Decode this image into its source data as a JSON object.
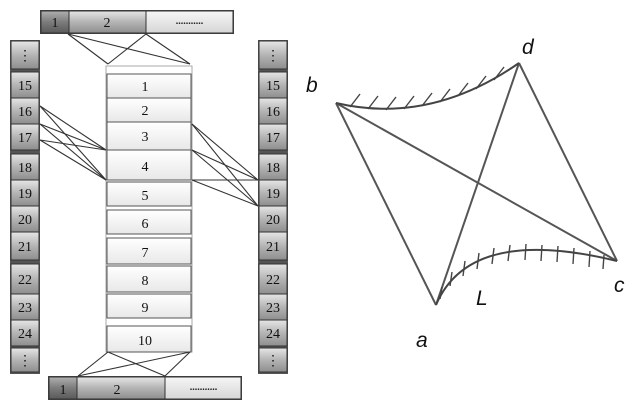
{
  "top_bar": {
    "cells": [
      "1",
      "2",
      "..........."
    ]
  },
  "bottom_bar": {
    "cells": [
      "1",
      "2",
      "..........."
    ]
  },
  "left_column": {
    "top_cap": "⋮",
    "cells": [
      "15",
      "16",
      "17",
      "18",
      "19",
      "20",
      "21",
      "22",
      "23",
      "24"
    ],
    "bottom_cap": "⋮"
  },
  "right_column": {
    "top_cap": "⋮",
    "cells": [
      "15",
      "16",
      "17",
      "18",
      "19",
      "20",
      "21",
      "22",
      "23",
      "24"
    ],
    "bottom_cap": "⋮"
  },
  "center_stack": {
    "cells": [
      "1",
      "2",
      "3",
      "4",
      "5",
      "6",
      "7",
      "8",
      "9",
      "10"
    ]
  },
  "quad_diagram": {
    "labels": {
      "a": "a",
      "b": "b",
      "c": "c",
      "d": "d",
      "L": "L"
    }
  }
}
